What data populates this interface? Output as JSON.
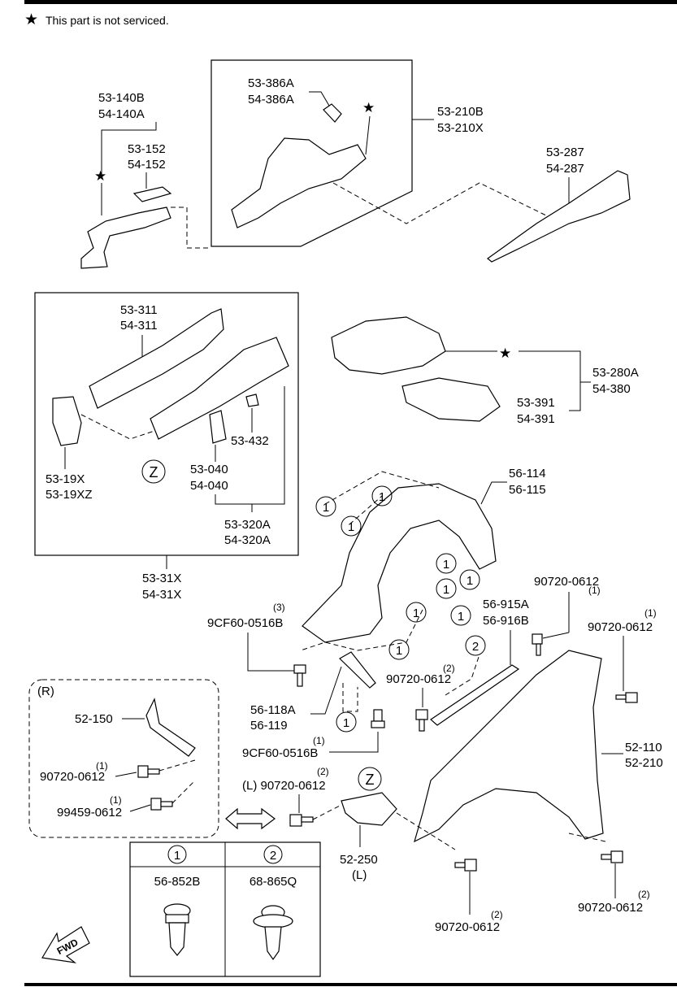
{
  "header": {
    "note_symbol": "★",
    "note_text": "This part is not serviced."
  },
  "labels": {
    "p53_140B": "53-140B",
    "p54_140A": "54-140A",
    "p53_152": "53-152",
    "p54_152": "54-152",
    "p53_386A": "53-386A",
    "p54_386A": "54-386A",
    "p53_210B": "53-210B",
    "p53_210X": "53-210X",
    "p53_287": "53-287",
    "p54_287": "54-287",
    "p53_311": "53-311",
    "p54_311": "54-311",
    "p53_19X": "53-19X",
    "p53_19XZ": "53-19XZ",
    "p53_432": "53-432",
    "p53_040": "53-040",
    "p54_040": "54-040",
    "p53_320A": "53-320A",
    "p54_320A": "54-320A",
    "p53_31X": "53-31X",
    "p54_31X": "54-31X",
    "p53_280A": "53-280A",
    "p54_380": "54-380",
    "p53_391": "53-391",
    "p54_391": "54-391",
    "p56_114": "56-114",
    "p56_115": "56-115",
    "p9cf60_top": "9CF60-0516B",
    "q9cf60_top": "(3)",
    "p56_915A": "56-915A",
    "p56_916B": "56-916B",
    "p90720_a": "90720-0612",
    "q90720_a": "(1)",
    "p90720_b": "90720-0612",
    "q90720_b": "(1)",
    "p90720_c": "90720-0612",
    "q90720_c": "(2)",
    "p56_118A": "56-118A",
    "p56_119": "56-119",
    "p9cf60_bot": "9CF60-0516B",
    "q9cf60_bot": "(1)",
    "p52_110": "52-110",
    "p52_210": "52-210",
    "r_tag": "(R)",
    "p52_150": "52-150",
    "p90720_r": "90720-0612",
    "q90720_r": "(1)",
    "p99459": "99459-0612",
    "q99459": "(1)",
    "l_90720": "(L) 90720-0612",
    "q_l_90720": "(2)",
    "p52_250": "52-250",
    "l_tag": "(L)",
    "p90720_d": "90720-0612",
    "q90720_d": "(2)",
    "p90720_e": "90720-0612",
    "q90720_e": "(2)",
    "z_marker": "Z",
    "fwd": "FWD"
  },
  "callouts": {
    "one": "1",
    "two": "2"
  },
  "legend": {
    "col1_marker": "1",
    "col2_marker": "2",
    "col1_part": "56-852B",
    "col2_part": "68-865Q"
  }
}
